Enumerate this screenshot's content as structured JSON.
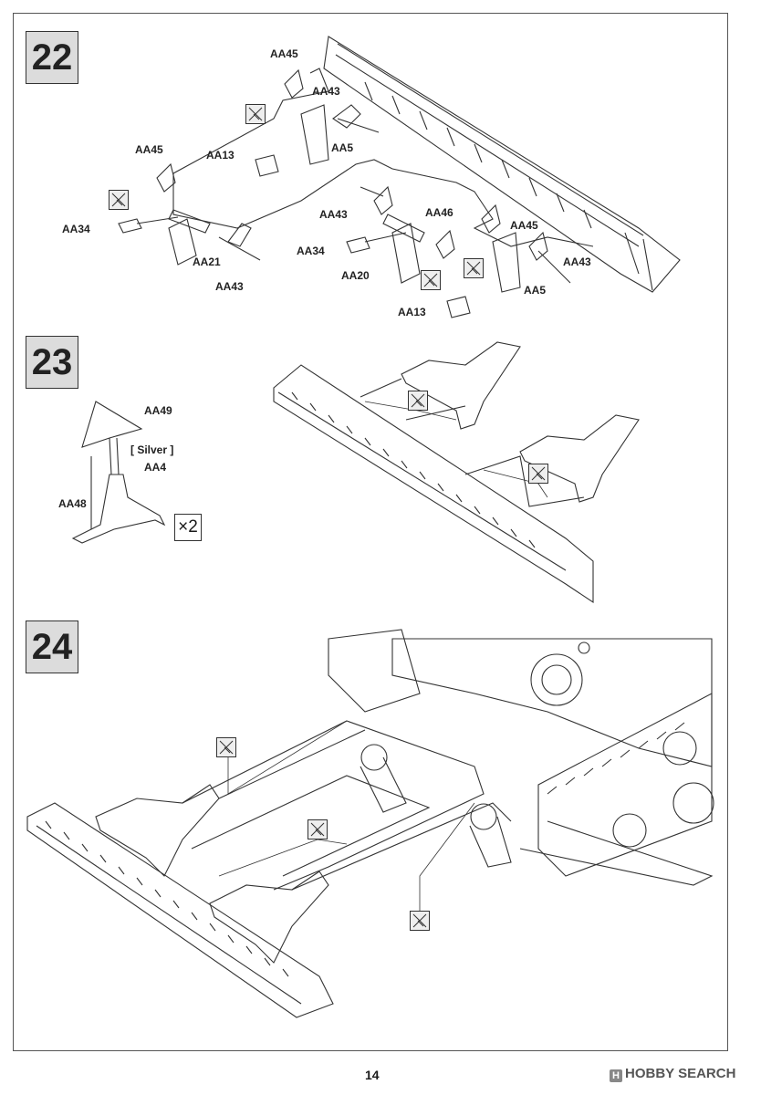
{
  "steps": {
    "s22": {
      "number": "22"
    },
    "s23": {
      "number": "23"
    },
    "s24": {
      "number": "24"
    }
  },
  "step22_labels": {
    "aa45_top": "AA45",
    "aa43_top": "AA43",
    "aa13_top": "AA13",
    "aa5_top": "AA5",
    "aa45_left": "AA45",
    "aa34_left": "AA34",
    "aa21": "AA21",
    "aa43_left": "AA43",
    "aa43_mid": "AA43",
    "aa46": "AA46",
    "aa45_right": "AA45",
    "aa34_right": "AA34",
    "aa20": "AA20",
    "aa43_right": "AA43",
    "aa5_right": "AA5",
    "aa13_bottom": "AA13"
  },
  "step23_labels": {
    "aa49": "AA49",
    "silver": "[ Silver ]",
    "aa4": "AA4",
    "aa48": "AA48",
    "multiplier": "×2"
  },
  "icons": {
    "glue": "cement-glue-icon"
  },
  "footer": {
    "page_number": "14",
    "watermark": "HOBBY SEARCH",
    "watermark_logo": "H"
  }
}
